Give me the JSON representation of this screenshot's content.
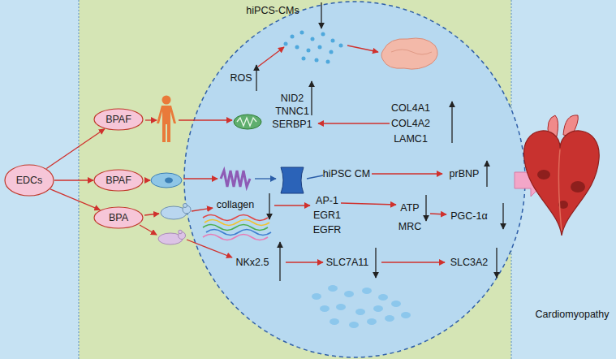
{
  "diagram": {
    "nodes": [
      {
        "text": [
          "EDCs"
        ]
      },
      {
        "text": [
          "BPAF"
        ]
      },
      {
        "text": [
          "BPAF"
        ]
      },
      {
        "text": [
          "BPA"
        ]
      }
    ],
    "edges": [
      {
        "from": 0,
        "to": 1,
        "arrow": "to"
      },
      {
        "from": 0,
        "to": 2,
        "arrow": "to"
      },
      {
        "from": 0,
        "to": 3,
        "arrow": "to"
      }
    ],
    "labels": [
      "hiPCS-CMs",
      "ROS",
      "NID2",
      "TNNC1",
      "SERBP1",
      "COL4A1",
      "COL4A2",
      "LAMC1",
      "hiPSC CM",
      "prBNP",
      "collagen",
      "AP-1",
      "EGR1",
      "EGFR",
      "ATP",
      "MRC",
      "PGC-1α",
      "NKx2.5",
      "SLC7A11",
      "SLC3A2",
      "Cardiomyopathy"
    ]
  }
}
